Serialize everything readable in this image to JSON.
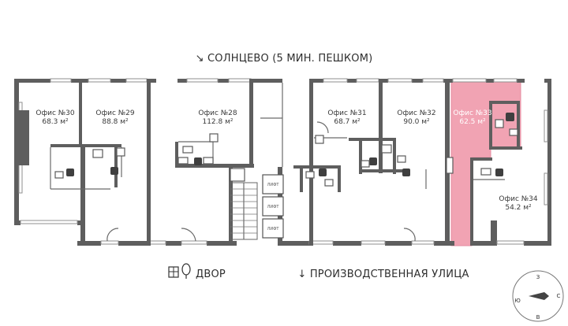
{
  "accent_color": "#f0a0b0",
  "highlighted_office": "Офис №33",
  "captions": {
    "top": "↘ СОЛНЦЕВО (5 МИН. ПЕШКОМ)",
    "yard": "ДВОР",
    "street": "↓ ПРОИЗВОДСТВЕННАЯ УЛИЦА"
  },
  "offices": [
    {
      "name": "Офис №30",
      "area": "68.3 м²"
    },
    {
      "name": "Офис №29",
      "area": "88.8 м²"
    },
    {
      "name": "Офис №28",
      "area": "112.8 м²"
    },
    {
      "name": "Офис №31",
      "area": "68.7 м²"
    },
    {
      "name": "Офис №32",
      "area": "90.0 м²"
    },
    {
      "name": "Офис №33",
      "area": "62.5 м²"
    },
    {
      "name": "Офис №34",
      "area": "54.2 м²"
    }
  ],
  "elevators": [
    "ЛИФТ",
    "ЛИФТ",
    "ЛИФТ"
  ],
  "compass": {
    "north": "З",
    "east": "С",
    "south": "В",
    "west": "Ю"
  },
  "icons": [
    "yard-icon",
    "arrow-icon",
    "compass-icon"
  ]
}
